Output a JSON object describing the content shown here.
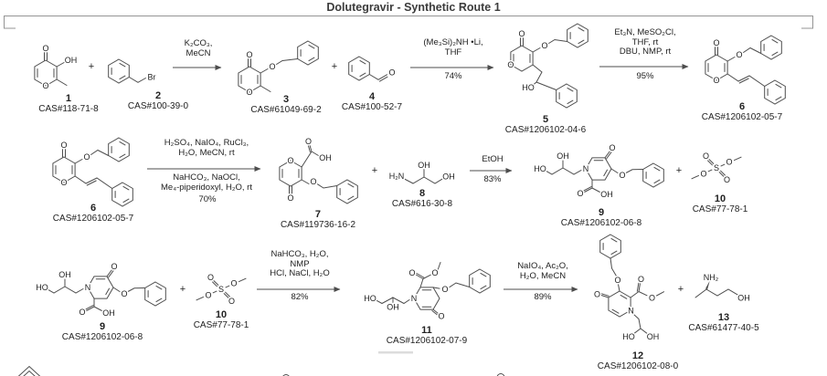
{
  "title": "Dolutegravir - Synthetic Route 1",
  "plus": "+",
  "compounds": {
    "c1": {
      "num": "1",
      "cas": "CAS#118-71-8"
    },
    "c2": {
      "num": "2",
      "cas": "CAS#100-39-0"
    },
    "c3": {
      "num": "3",
      "cas": "CAS#61049-69-2"
    },
    "c4": {
      "num": "4",
      "cas": "CAS#100-52-7"
    },
    "c5": {
      "num": "5",
      "cas": "CAS#1206102-04-6"
    },
    "c6": {
      "num": "6",
      "cas": "CAS#1206102-05-7"
    },
    "c7": {
      "num": "7",
      "cas": "CAS#119736-16-2"
    },
    "c8": {
      "num": "8",
      "cas": "CAS#616-30-8"
    },
    "c9": {
      "num": "9",
      "cas": "CAS#1206102-06-8"
    },
    "c10": {
      "num": "10",
      "cas": "CAS#77-78-1"
    },
    "c11": {
      "num": "11",
      "cas": "CAS#1206102-07-9"
    },
    "c12": {
      "num": "12",
      "cas": "CAS#1206102-08-0"
    },
    "c13": {
      "num": "13",
      "cas": "CAS#61477-40-5"
    }
  },
  "reactions": {
    "r1": {
      "above": [
        "K₂CO₃,",
        "MeCN"
      ]
    },
    "r2": {
      "above": [
        "(Me₃Si)₂NH •Li,",
        "THF"
      ],
      "yield": "74%"
    },
    "r3": {
      "above": [
        "Et₃N, MeSO₂Cl,",
        "THF, rt",
        "DBU, NMP, rt"
      ],
      "yield": "95%"
    },
    "r4": {
      "above": [
        "H₂SO₄, NaIO₄, RuCl₃,",
        "H₂O, MeCN, rt"
      ],
      "below": [
        "NaHCO₃, NaOCl,",
        "Me₄-piperidoxyl, H₂O, rt"
      ],
      "yield": "70%"
    },
    "r5": {
      "above": [
        "EtOH"
      ],
      "yield": "83%"
    },
    "r6": {
      "above": [
        "NaHCO₃, H₂O,",
        "NMP",
        "HCl, NaCl, H₂O"
      ],
      "yield": "82%"
    },
    "r7": {
      "above": [
        "NaIO₄, Ac₂O,",
        "H₂O, MeCN"
      ],
      "yield": "89%"
    }
  },
  "atoms": {
    "c1": [
      "O",
      "OH",
      "O"
    ],
    "c2": [
      "Br"
    ],
    "c3": [
      "O",
      "O",
      "O"
    ],
    "c4": [
      "O"
    ],
    "c5": [
      "O",
      "O",
      "O",
      "HO"
    ],
    "c6": [
      "O",
      "O",
      "O"
    ],
    "c7": [
      "O",
      "O",
      "OH",
      "O",
      "O"
    ],
    "c8": [
      "H₂N",
      "OH",
      "OH"
    ],
    "c9": [
      "HO",
      "OH",
      "N",
      "O",
      "O",
      "O",
      "OH"
    ],
    "c10": [
      "O",
      "O",
      "O",
      "O",
      "S"
    ],
    "c11": [
      "O",
      "O",
      "HO",
      "OH",
      "N",
      "O",
      "O"
    ],
    "c12": [
      "O",
      "O",
      "O",
      "O",
      "N",
      "HO",
      "OH"
    ],
    "c13": [
      "NH₂",
      "OH"
    ]
  },
  "colors": {
    "bond": "#4d4d4d",
    "text": "#222222",
    "frame": "#949494"
  }
}
